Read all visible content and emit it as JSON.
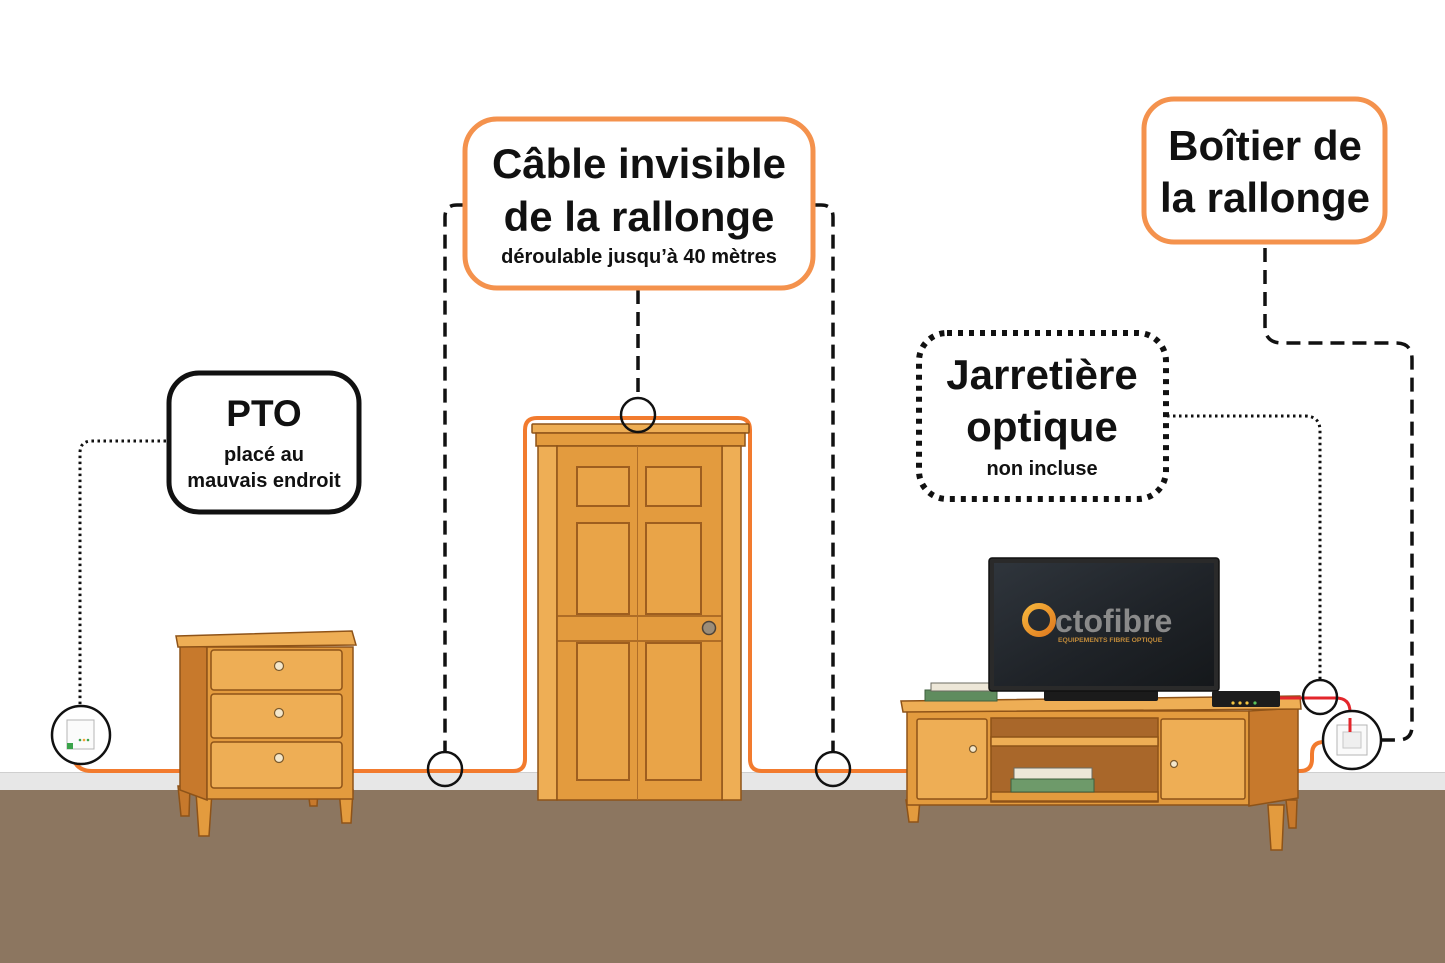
{
  "callouts": {
    "pto": {
      "title": "PTO",
      "line1": "placé au",
      "line2": "mauvais endroit"
    },
    "cable": {
      "line1": "Câble invisible",
      "line2": "de la rallonge",
      "subtitle": "déroulable jusqu’à 40 mètres"
    },
    "box": {
      "line1": "Boîtier de",
      "line2": "la rallonge"
    },
    "patch": {
      "line1": "Jarretière",
      "line2": "optique",
      "subtitle": "non incluse"
    }
  },
  "tv": {
    "logo_text": "ctofibre",
    "logo_tagline": "EQUIPEMENTS FIBRE OPTIQUE"
  },
  "colors": {
    "accent": "#F4924D",
    "cable": "#F27B2E",
    "jumper": "#E3262B",
    "floor": "#8C7660",
    "outline": "#111111"
  },
  "icons": {
    "pto_outlet": "fiber-outlet-icon",
    "extension_box": "fiber-box-icon",
    "logo_ring": "logo-ring-icon"
  }
}
